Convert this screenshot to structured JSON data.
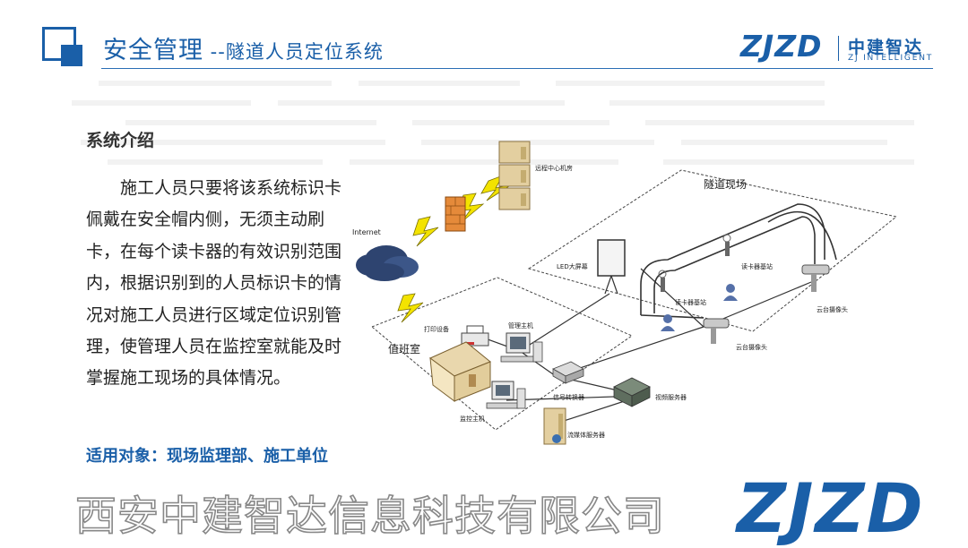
{
  "header": {
    "title": "安全管理",
    "subtitle": " --隧道人员定位系统",
    "brand": {
      "logo_text": "ZJZD",
      "cn": "中建智达",
      "en": "ZJ INTELLIGENT"
    }
  },
  "section": {
    "title": "系统介绍",
    "body": "施工人员只要将该系统标识卡佩戴在安全帽内侧，无须主动刷卡，在每个读卡器的有效识别范围内，根据识别到的人员标识卡的情况对施工人员进行区域定位识别管理，使管理人员在监控室就能及时掌握施工现场的具体情况。",
    "applicable": "适用对象：现场监理部、施工单位"
  },
  "diagram": {
    "labels": {
      "remote_center": "远程中心机房",
      "internet": "Internet",
      "tunnel_site": "隧道现场",
      "led_screen": "LED大屏幕",
      "reader_base_1": "读卡器基站",
      "reader_base_2": "读卡器基站",
      "ptz_camera_1": "云台摄像头",
      "ptz_camera_2": "云台摄像头",
      "printer": "打印设备",
      "mgmt_host": "管理主机",
      "duty_room": "值班室",
      "signal_converter": "信号转换器",
      "video_server": "视频服务器",
      "monitor_host": "监控主机",
      "media_server": "流媒体服务器"
    }
  },
  "footer": {
    "company": "西安中建智达信息科技有限公司",
    "logo_text": "ZJZD"
  },
  "colors": {
    "brand_blue": "#1a5fa8",
    "text_dark": "#222222"
  }
}
